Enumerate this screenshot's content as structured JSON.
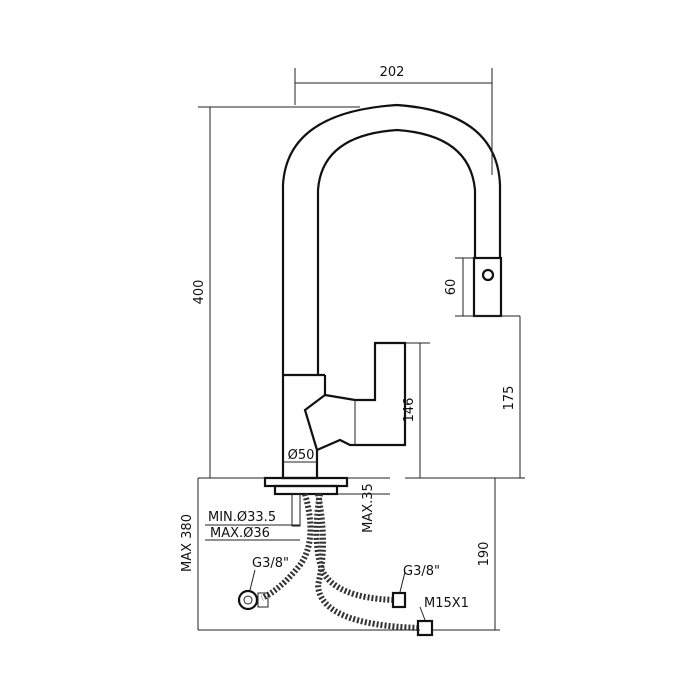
{
  "dimensions": {
    "spout_reach": "202",
    "total_height": "400",
    "head_length": "60",
    "outlet_height": "175",
    "lever_height": "146",
    "body_diameter": "Ø50",
    "max_thickness": "MAX.35",
    "hole_min": "MIN.Ø33.5",
    "hole_max": "MAX.Ø36",
    "max_height_below": "MAX 380",
    "hose_length": "190",
    "hose_connection_left": "G3/8\"",
    "hose_connection_right": "G3/8\"",
    "outlet_thread": "M15X1"
  },
  "colors": {
    "line": "#111111",
    "background": "#ffffff"
  }
}
